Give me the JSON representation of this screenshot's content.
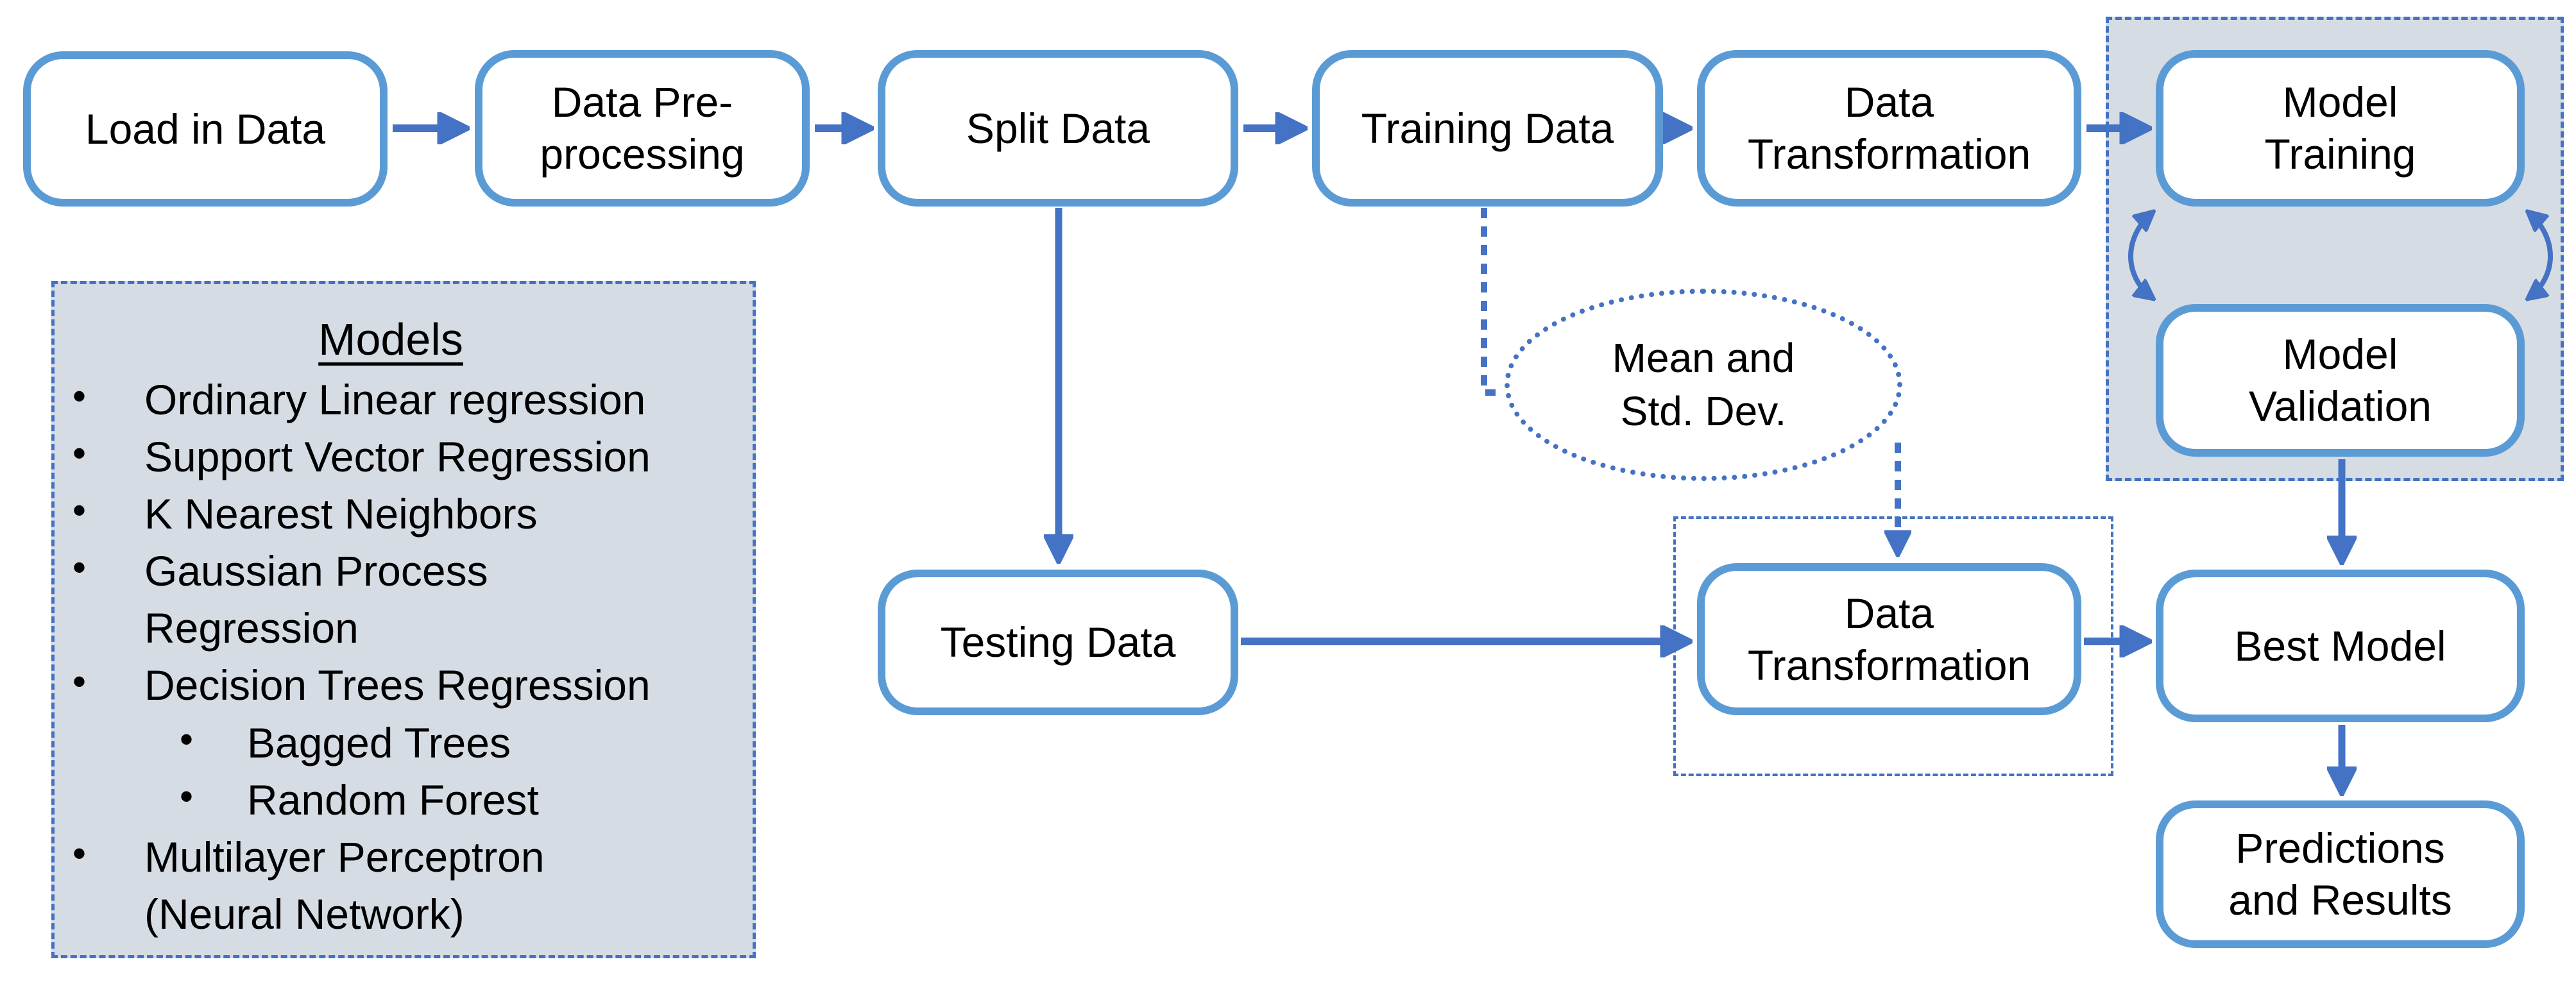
{
  "flow": {
    "load_in_data": "Load in Data",
    "data_preprocessing": "Data Pre-\nprocessing",
    "split_data": "Split Data",
    "training_data": "Training Data",
    "data_transformation_train": "Data\nTransformation",
    "model_training": "Model\nTraining",
    "model_validation": "Model\nValidation",
    "mean_std_dev": "Mean and\nStd. Dev.",
    "testing_data": "Testing Data",
    "data_transformation_test": "Data\nTransformation",
    "best_model": "Best Model",
    "predictions_results": "Predictions\nand Results"
  },
  "models_panel": {
    "title": "Models",
    "items": [
      {
        "label": "Ordinary Linear regression",
        "level": 1
      },
      {
        "label": "Support Vector Regression",
        "level": 1
      },
      {
        "label": "K Nearest Neighbors",
        "level": 1
      },
      {
        "label": "Gaussian Process\nRegression",
        "level": 1
      },
      {
        "label": "Decision Trees Regression",
        "level": 1
      },
      {
        "label": "Bagged Trees",
        "level": 2
      },
      {
        "label": "Random Forest",
        "level": 2
      },
      {
        "label": "Multilayer Perceptron\n(Neural Network)",
        "level": 1
      }
    ]
  },
  "colors": {
    "box_border": "#5B9BD5",
    "connector": "#4472C4",
    "shaded_fill": "#D6DCE4",
    "text": "#000000",
    "background": "#FFFFFF"
  }
}
